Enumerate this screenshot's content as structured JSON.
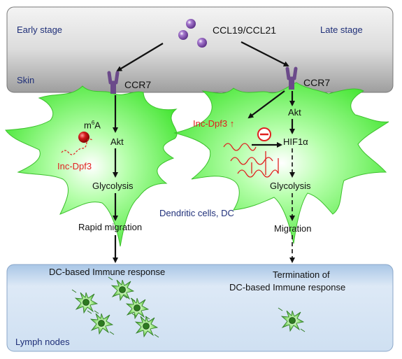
{
  "panels": {
    "skin": {
      "early_stage": "Early stage",
      "late_stage": "Late stage",
      "label": "Skin"
    },
    "lymph": {
      "label": "Lymph nodes"
    }
  },
  "ligand": {
    "label": "CCL19/CCL21"
  },
  "early": {
    "receptor": "CCR7",
    "m6a": "m6A",
    "lncrna": "Inc-Dpf3",
    "akt": "Akt",
    "glycolysis": "Glycolysis",
    "migration": "Rapid migration",
    "outcome": "DC-based Immune response"
  },
  "late": {
    "receptor": "CCR7",
    "lncrna_up": "Inc-Dpf3 ↑",
    "akt": "Akt",
    "hif": "HIF1α",
    "glycolysis": "Glycolysis",
    "migration": "Migration",
    "outcome_line1": "Termination of",
    "outcome_line2": "DC-based Immune response"
  },
  "cell_label": "Dendritic cells, DC",
  "colors": {
    "skin_bg": "#d9d9d9",
    "lymph_bg": "#dce8f5",
    "cell_green": "#66ff55",
    "receptor_purple": "#6b4a8a",
    "ligand_purple": "#8a5bb5",
    "rna_red": "#e02020",
    "text_blue": "#1f2f78"
  }
}
